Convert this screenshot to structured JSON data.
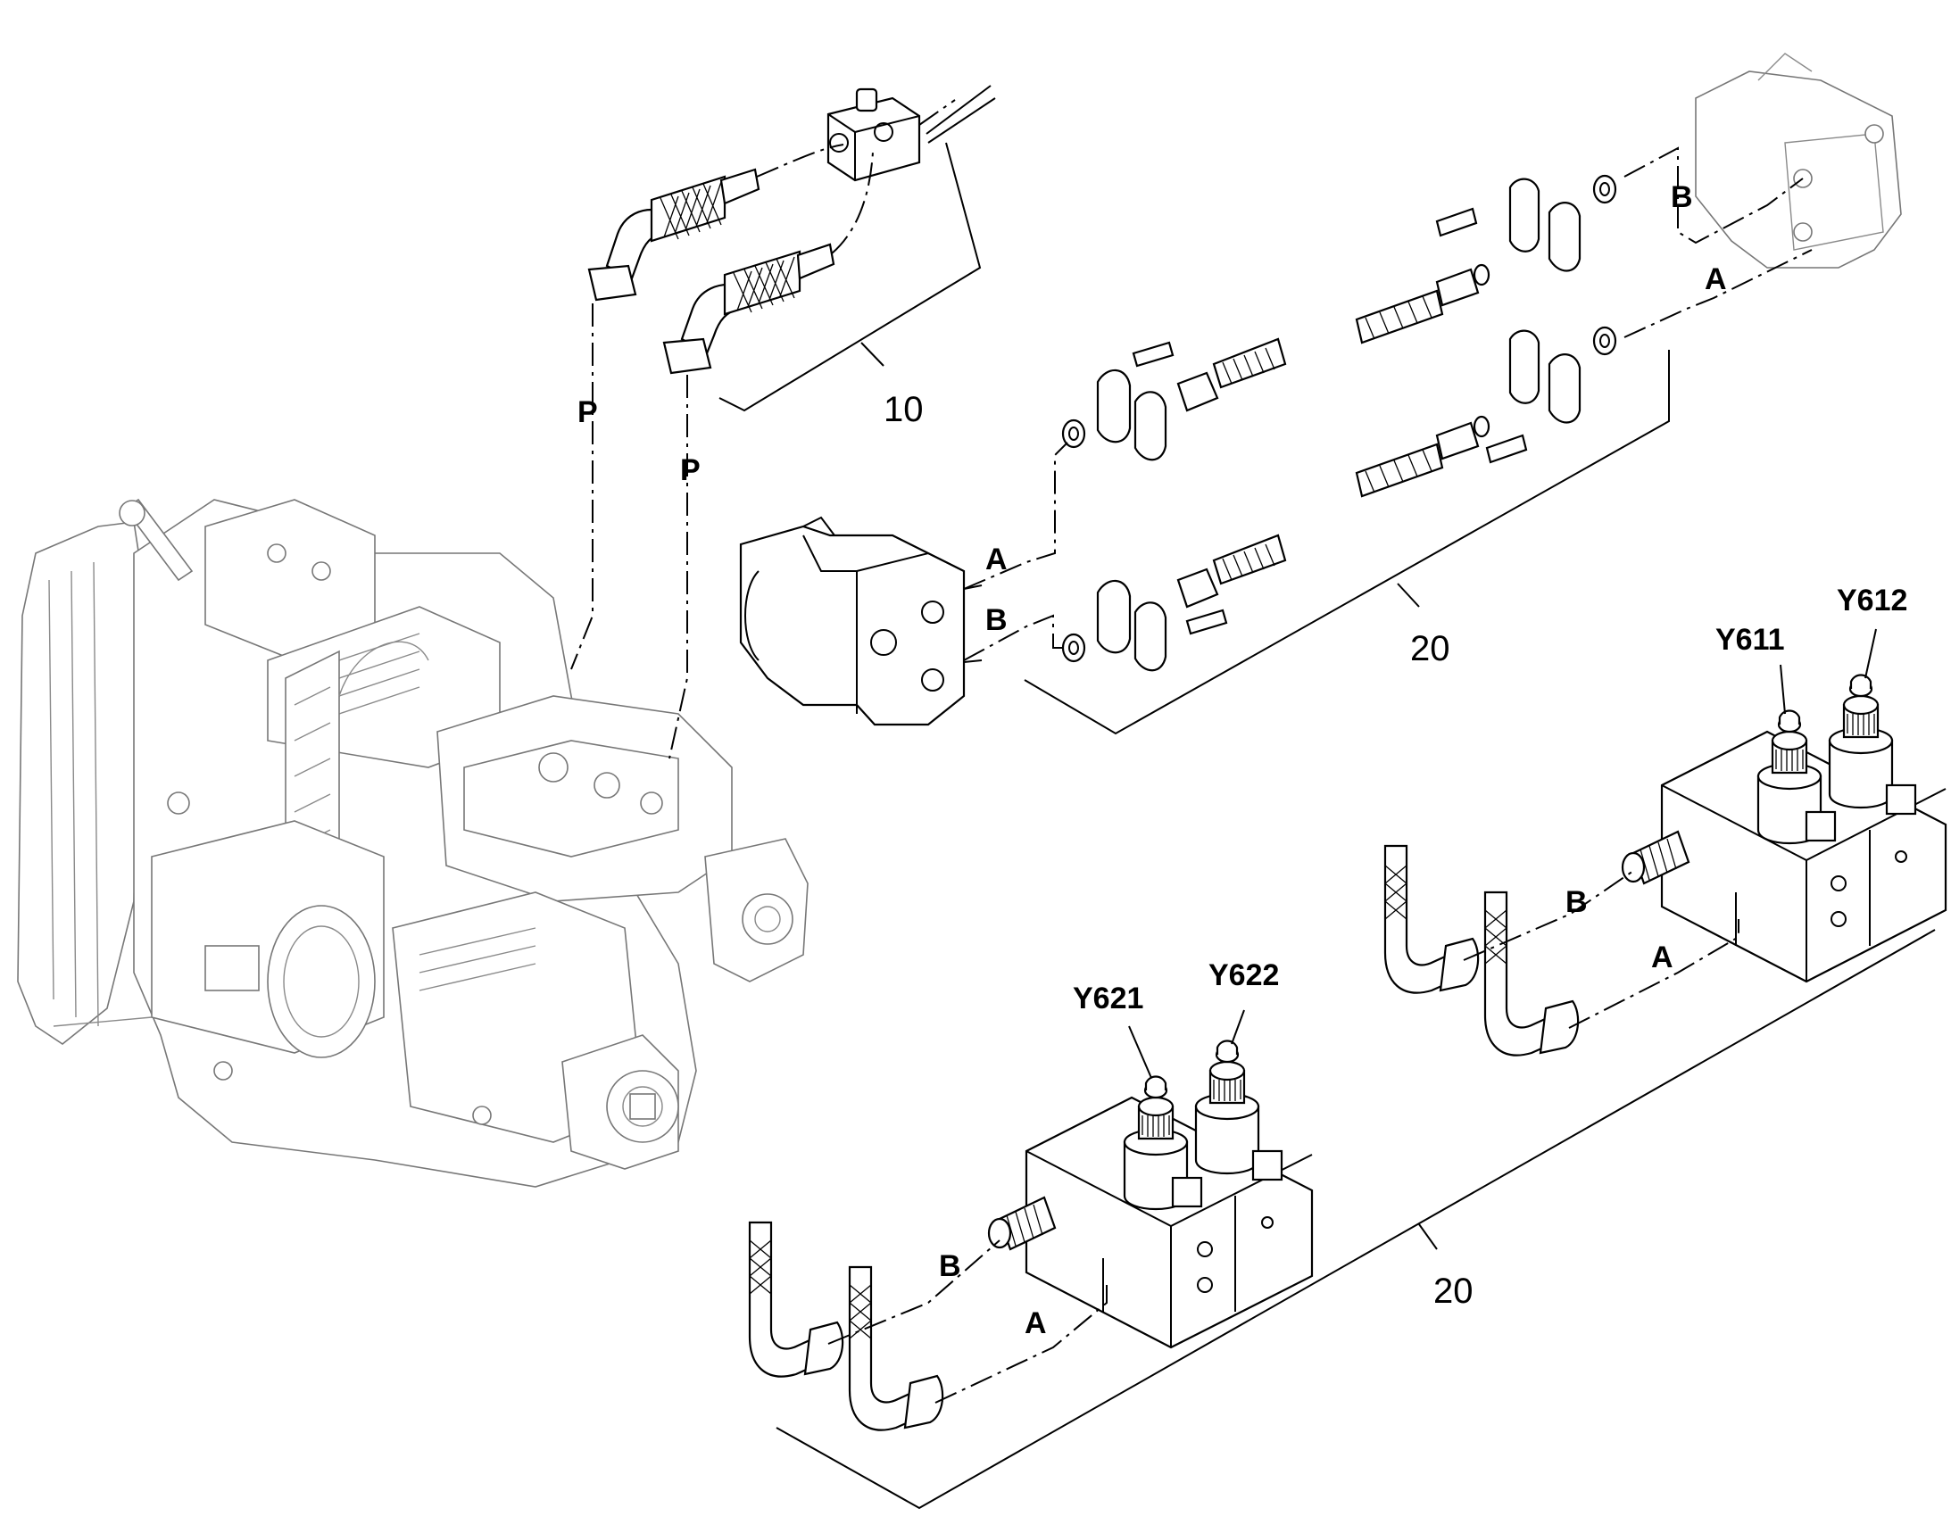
{
  "figure": {
    "callouts": {
      "hose_kit_number": "10",
      "hose_line_kit_upper_number": "20",
      "valve_kit_lower_number": "20"
    },
    "port_letters": {
      "pressure_left": "P",
      "pressure_right": "P",
      "left_motor_a": "A",
      "left_motor_b": "B",
      "right_motor_a": "A",
      "right_motor_b": "B",
      "valve1_b": "B",
      "valve1_a": "A",
      "valve2_b": "B",
      "valve2_a": "A"
    },
    "solenoid_codes": {
      "y611": "Y611",
      "y612": "Y612",
      "y621": "Y621",
      "y622": "Y622"
    }
  }
}
